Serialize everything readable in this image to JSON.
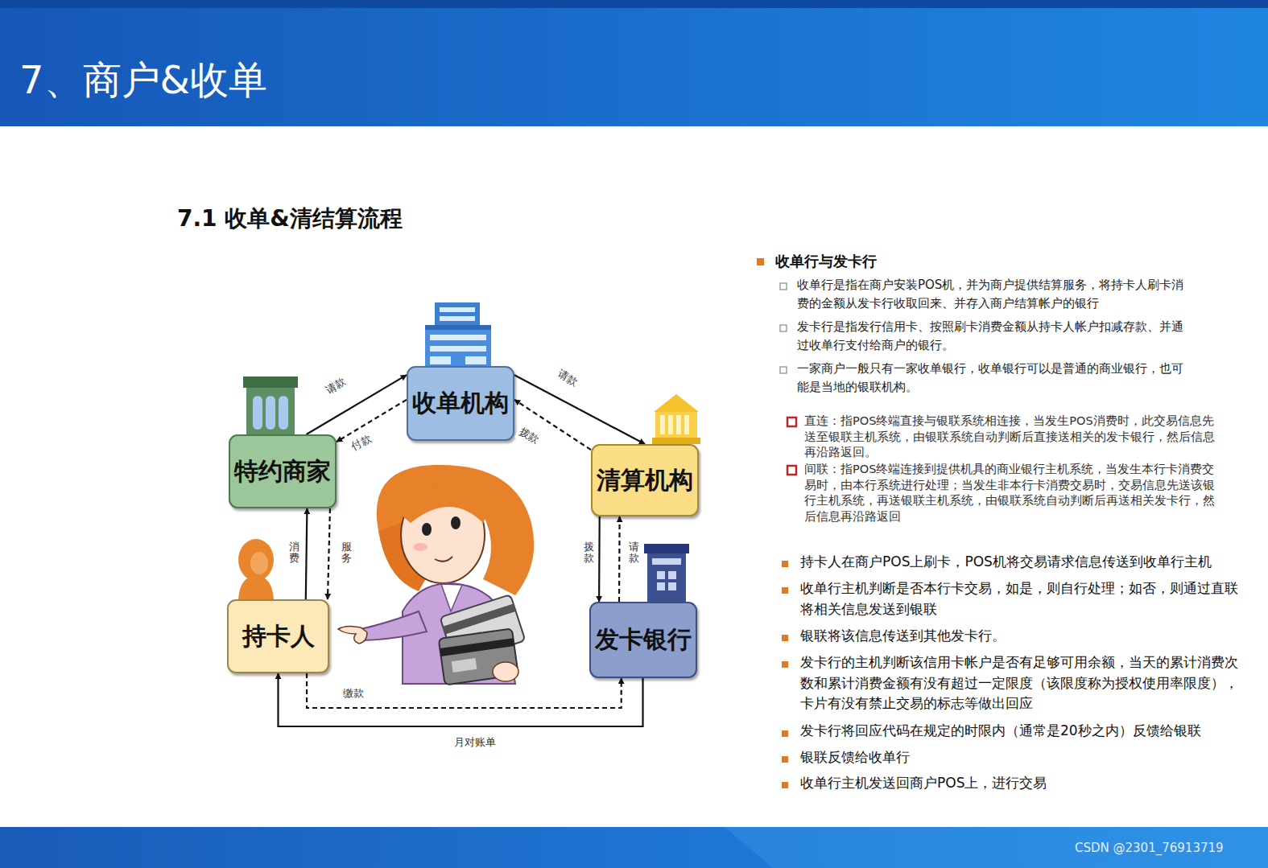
{
  "diagram": {
    "title": "7、商户&收单",
    "nodes": [
      {
        "text": [
          "收单机构"
        ]
      },
      {
        "text": [
          "特约商家"
        ]
      },
      {
        "text": [
          "清算机构"
        ]
      },
      {
        "text": [
          "持卡人"
        ]
      },
      {
        "text": [
          "发卡银行"
        ]
      }
    ],
    "edges": [
      {
        "from": 1,
        "to": 0,
        "arrow": "to",
        "label": "请款"
      },
      {
        "from": 0,
        "to": 1,
        "arrow": "to",
        "label": "付款"
      },
      {
        "from": 0,
        "to": 2,
        "arrow": "to",
        "label": "请款"
      },
      {
        "from": 2,
        "to": 0,
        "arrow": "to",
        "label": "拨款"
      },
      {
        "from": 3,
        "to": 1,
        "arrow": "to",
        "label": "消费"
      },
      {
        "from": 1,
        "to": 3,
        "arrow": "to",
        "label": "服务"
      },
      {
        "from": 2,
        "to": 4,
        "arrow": "to",
        "label": "请款"
      },
      {
        "from": 4,
        "to": 2,
        "arrow": "to",
        "label": "拨款"
      },
      {
        "from": 3,
        "to": 4,
        "arrow": "to",
        "label": "缴款"
      },
      {
        "from": 4,
        "to": 3,
        "arrow": "to",
        "label": "月对账单"
      }
    ],
    "labels": [
      "7.1 收单&清结算流程",
      "收单行与发卡行",
      "收单行是指在商户安装POS机，并为商户提供结算服务，将持卡人刷卡消费的金额从发卡行收取回来、并存入商户结算帐户的银行",
      "发卡行是指发行信用卡、按照刷卡消费金额从持卡人帐户扣减存款、并通过收单行支付给商户的银行。",
      "一家商户一般只有一家收单银行，收单银行可以是普通的商业银行，也可能是当地的银联机构。",
      "直连：指POS终端直接与银联系统相连接，当发生POS消费时，此交易信息先送至银联主机系统，由银联系统自动判断后直接送相关的发卡银行，然后信息再沿路返回。",
      "间联：指POS终端连接到提供机具的商业银行主机系统，当发生本行卡消费交易时，由本行系统进行处理；当发生非本行卡消费交易时，交易信息先送该银行主机系统，再送银联主机系统，由银联系统自动判断后再送相关发卡行，然后信息再沿路返回",
      "持卡人在商户POS上刷卡，POS机将交易请求信息传送到收单行主机",
      "收单行主机判断是否本行卡交易，如是，则自行处理；如否，则通过直联将相关信息发送到银联",
      "银联将该信息传送到其他发卡行。",
      "发卡行的主机判断该信用卡帐户是否有足够可用余额，当天的累计消费次数和累计消费金额有没有超过一定限度（该限度称为授权使用率限度），卡片有没有禁止交易的标志等做出回应",
      "发卡行将回应代码在规定的时限内（通常是20秒之内）反馈给银联",
      "银联反馈给收单行",
      "收单行主机发送回商户POS上，进行交易",
      "CSDN @2301_76913719"
    ]
  }
}
